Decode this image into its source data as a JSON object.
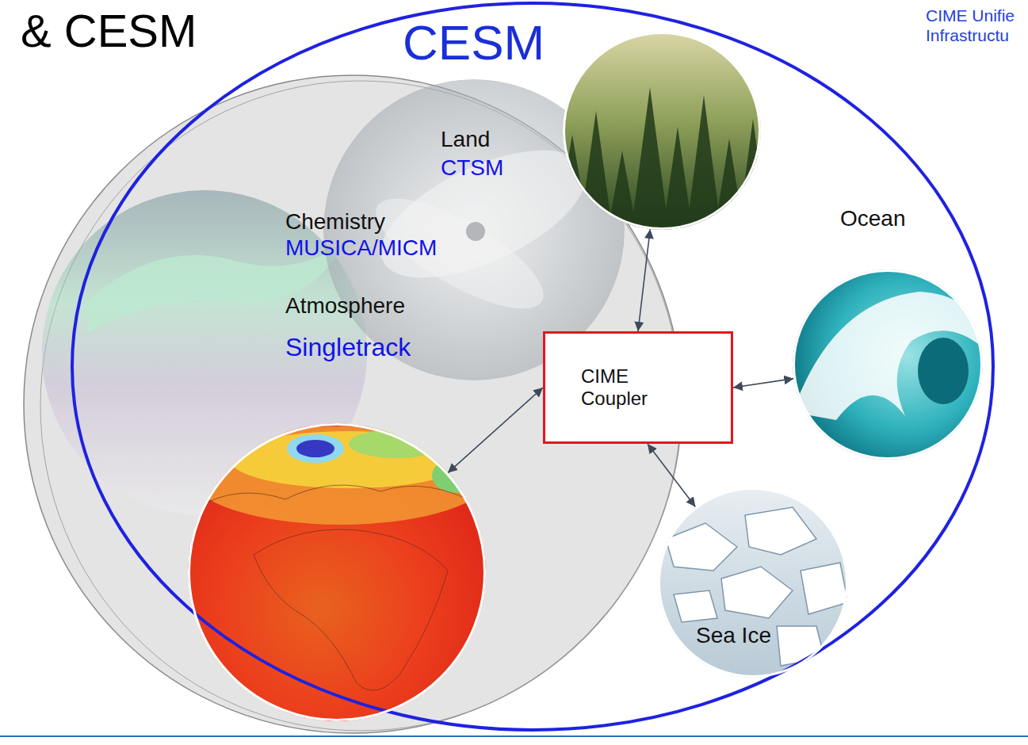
{
  "diagram": {
    "title": "& CESM",
    "nodes": [
      {
        "text": [
          "CESM"
        ]
      },
      {
        "text": [
          "Land",
          "CTSM"
        ],
        "in": 0
      },
      {
        "text": [
          "Chemistry",
          "MUSICA/MICM"
        ],
        "in": 0
      },
      {
        "text": [
          "Ocean"
        ],
        "in": 0
      },
      {
        "text": [
          "Atmosphere",
          "Singletrack"
        ],
        "in": 0
      },
      {
        "text": [
          "CIME Coupler"
        ],
        "in": 0
      },
      {
        "text": [
          "Sea Ice"
        ],
        "in": 0
      }
    ],
    "edges": [
      {
        "from": 5,
        "to": 1,
        "arrow": "both"
      },
      {
        "from": 5,
        "to": 4,
        "arrow": "both"
      },
      {
        "from": 5,
        "to": 3,
        "arrow": "both"
      },
      {
        "from": 5,
        "to": 6,
        "arrow": "both"
      }
    ],
    "labels": [
      "CIME Unifie",
      "Infrastructu"
    ]
  }
}
